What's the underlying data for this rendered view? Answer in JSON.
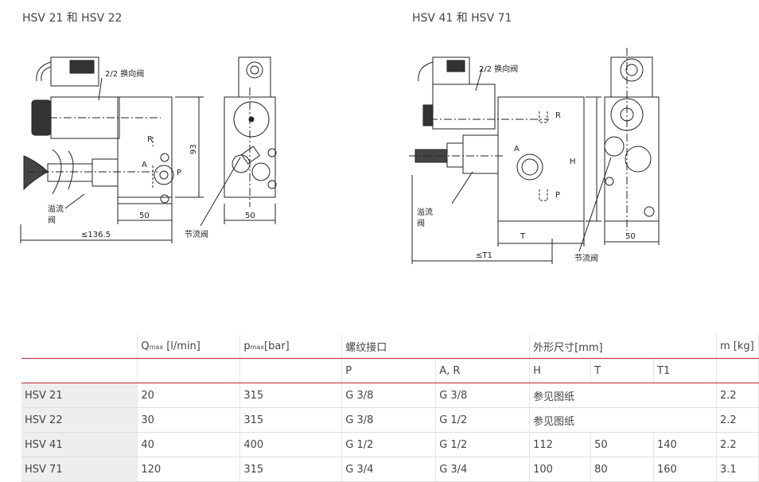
{
  "captions": {
    "left": "HSV 21 和 HSV 22",
    "right": "HSV 41 和 HSV 71"
  },
  "drawing_left": {
    "valve_label": "2/2 换向阀",
    "relief_label_1": "溢流",
    "relief_label_2": "阀",
    "throttle_label": "节流阀",
    "port_r": "R",
    "port_a": "A",
    "port_p": "P",
    "dim_height": "93",
    "dim_width_front": "50",
    "dim_width_side": "50",
    "dim_total": "≤136.5"
  },
  "drawing_right": {
    "valve_label": "2/2 换向阀",
    "relief_label_1": "溢流",
    "relief_label_2": "阀",
    "throttle_label": "节流阀",
    "port_r": "R",
    "port_a": "A",
    "port_p": "P",
    "dim_height": "H",
    "dim_depth": "T",
    "dim_width_side": "50",
    "dim_total": "≤T1"
  },
  "table": {
    "header_row1": {
      "col0": "",
      "qmax_main": "Q",
      "qmax_sub": "max",
      "qmax_unit": " [l/min]",
      "pmax_main": "p",
      "pmax_sub": "max",
      "pmax_unit": "[bar]",
      "thread": "螺纹接口",
      "dims": "外形尺寸[mm]",
      "mass": "m [kg]"
    },
    "header_row2": {
      "p": "P",
      "ar": "A, R",
      "h": "H",
      "t": "T",
      "t1": "T1"
    },
    "rows": [
      {
        "model": "HSV 21",
        "q": "20",
        "p": "315",
        "pp": "G 3/8",
        "ar": "G 3/8",
        "dims": "参见图纸",
        "m": "2.2"
      },
      {
        "model": "HSV 22",
        "q": "30",
        "p": "315",
        "pp": "G 3/8",
        "ar": "G 1/2",
        "dims": "参见图纸",
        "m": "2.2"
      },
      {
        "model": "HSV 41",
        "q": "40",
        "p": "400",
        "pp": "G 1/2",
        "ar": "G 1/2",
        "h": "112",
        "t": "50",
        "t1": "140",
        "m": "2.2"
      },
      {
        "model": "HSV 71",
        "q": "120",
        "p": "315",
        "pp": "G 3/4",
        "ar": "G 3/4",
        "h": "100",
        "t": "80",
        "t1": "160",
        "m": "3.1"
      }
    ]
  },
  "colors": {
    "rule": "#c0273b",
    "model_cell": "#eeeeee"
  }
}
